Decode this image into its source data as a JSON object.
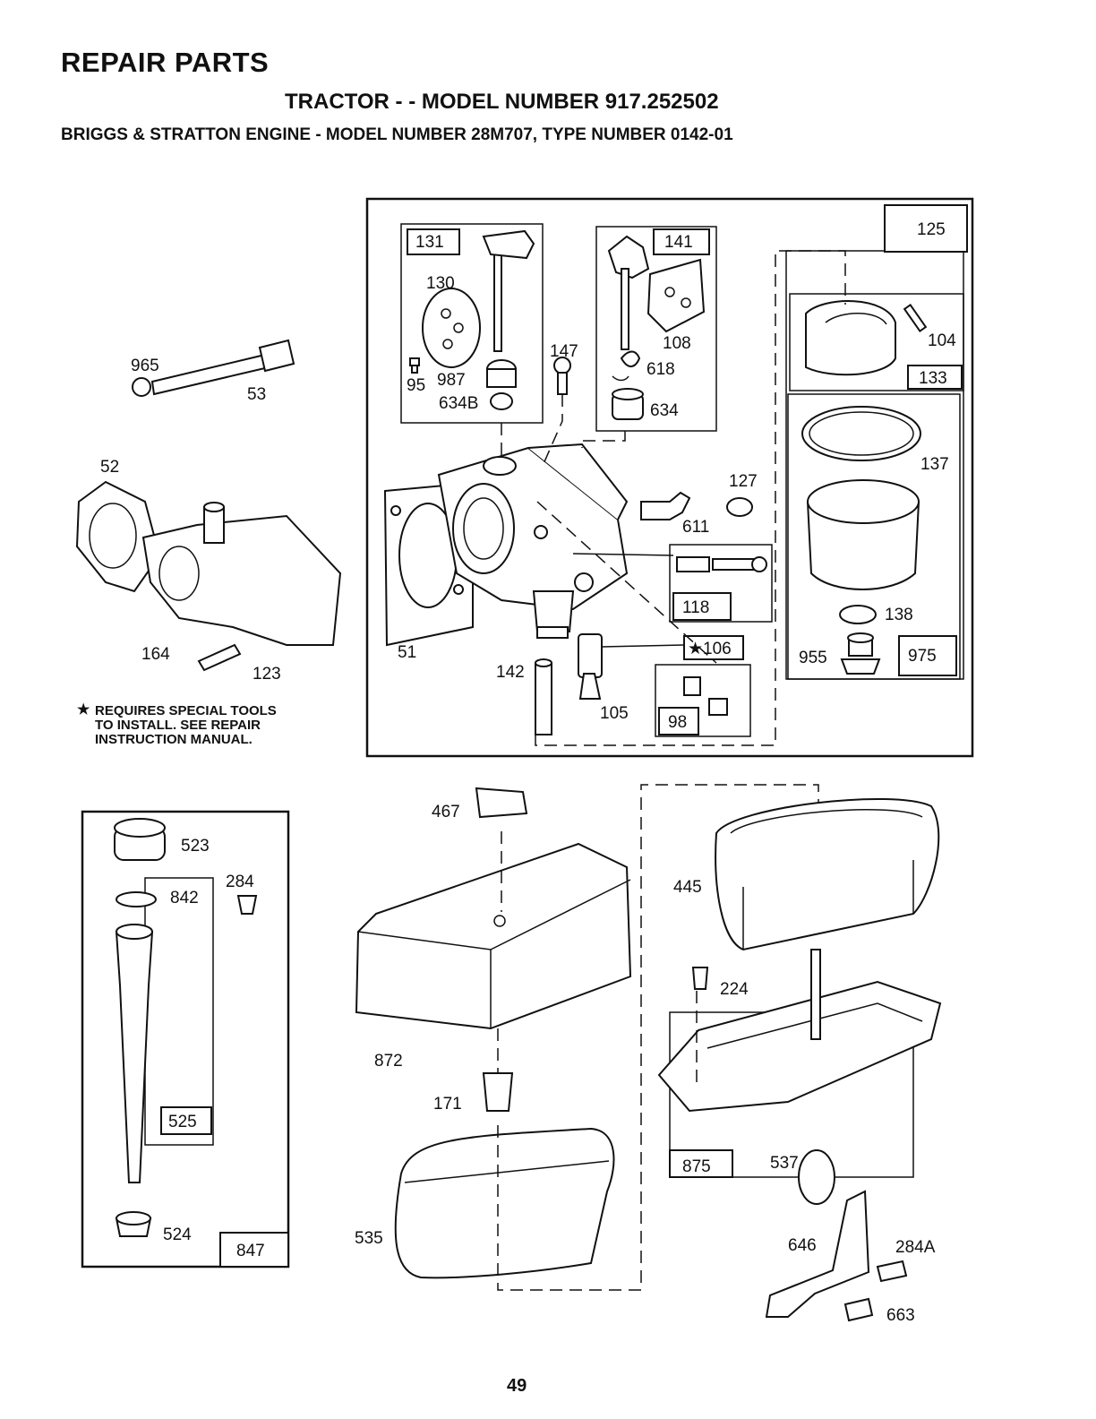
{
  "header": {
    "title": "REPAIR PARTS",
    "subtitle": "TRACTOR - - MODEL NUMBER 917.252502",
    "engine": "BRIGGS & STRATTON ENGINE - MODEL NUMBER 28M707, TYPE NUMBER 0142-01"
  },
  "labels": {
    "p965": "965",
    "p53": "53",
    "p52": "52",
    "p164": "164",
    "p123": "123",
    "p131": "131",
    "p130": "130",
    "p95": "95",
    "p987": "987",
    "p634B": "634B",
    "p141": "141",
    "p108": "108",
    "p618": "618",
    "p634": "634",
    "p147": "147",
    "p125": "125",
    "p104": "104",
    "p133": "133",
    "p137": "137",
    "p127": "127",
    "p611": "611",
    "p118": "118",
    "p106": "★106",
    "p51": "51",
    "p142": "142",
    "p105": "105",
    "p98": "98",
    "p138": "138",
    "p955": "955",
    "p975": "975",
    "p523": "523",
    "p284": "284",
    "p842": "842",
    "p525": "525",
    "p524": "524",
    "p847": "847",
    "p467": "467",
    "p872": "872",
    "p171": "171",
    "p535": "535",
    "p445": "445",
    "p224": "224",
    "p875": "875",
    "p537": "537",
    "p646": "646",
    "p284A": "284A",
    "p663": "663"
  },
  "note": {
    "star": "★",
    "line1": "REQUIRES SPECIAL TOOLS",
    "line2": "TO INSTALL.  SEE REPAIR",
    "line3": "INSTRUCTION MANUAL."
  },
  "footer": {
    "page_number": "49"
  }
}
